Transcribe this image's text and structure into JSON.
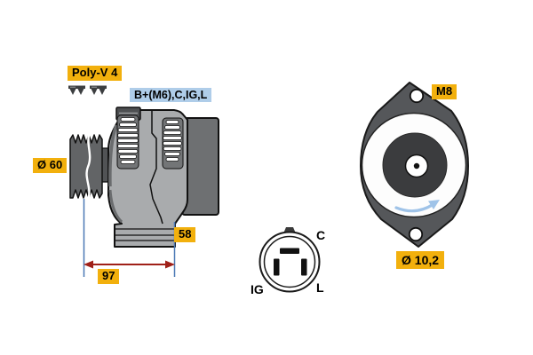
{
  "diagram": {
    "title": "Alternator technical drawing",
    "side_view": {
      "belt_type_label": "Poly-V 4",
      "terminals_label": "B+(M6),C,IG,L",
      "pulley_diameter_label": "Ø 60",
      "depth_dimension_label": "58",
      "length_dimension_label": "97"
    },
    "connector_view": {
      "pin_top_right": "C",
      "pin_bottom_left": "IG",
      "pin_bottom_right": "L"
    },
    "rear_view": {
      "mount_thread_label": "M8",
      "mount_hole_diameter_label": "Ø 10,2"
    },
    "colors": {
      "label_yellow": "#F2B00D",
      "label_blue": "#AFCDE9",
      "body_light_gray": "#A9ABAD",
      "body_dark_gray": "#55575A",
      "rear_cover_gray": "#6E7072",
      "pulley_gray": "#626466",
      "dimension_line_blue": "#4A78B5",
      "dimension_arrow_red": "#A02018",
      "rotation_arrow_blue": "#9FC3E8"
    },
    "icons": {
      "belt_profile": "poly-v-belt-cross-section-icon",
      "rotation": "clockwise-rotation-arrow-icon"
    }
  }
}
